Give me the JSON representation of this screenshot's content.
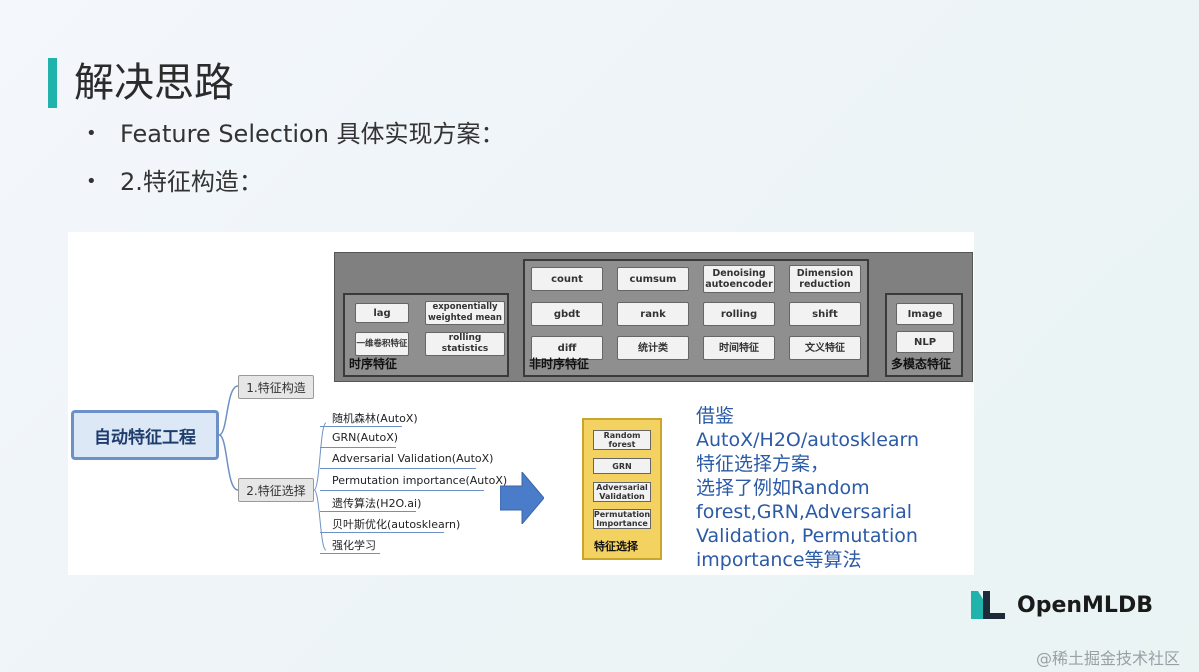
{
  "slide": {
    "title": "解决思路",
    "bullets": [
      "Feature Selection 具体实现方案：",
      "2.特征构造："
    ],
    "accent_color": "#1fb3ac"
  },
  "figure": {
    "groups": [
      {
        "label": "时序特征",
        "items": [
          "lag",
          "exponentially weighted mean",
          "一维卷积特征",
          "rolling statistics"
        ]
      },
      {
        "label": "非时序特征",
        "items": [
          "count",
          "cumsum",
          "Denoising autoencoder",
          "Dimension reduction",
          "gbdt",
          "rank",
          "rolling",
          "shift",
          "diff",
          "统计类",
          "时间特征",
          "文义特征"
        ]
      },
      {
        "label": "多模态特征",
        "items": [
          "Image",
          "NLP"
        ]
      }
    ],
    "root": "自动特征工程",
    "branches": [
      "1.特征构造",
      "2.特征选择"
    ],
    "leaves": [
      "随机森林(AutoX)",
      "GRN(AutoX)",
      "Adversarial Validation(AutoX)",
      "Permutation importance(AutoX)",
      "遗传算法(H2O.ai)",
      "贝叶斯优化(autosklearn)",
      "强化学习"
    ],
    "selection_panel": {
      "items": [
        "Random forest",
        "GRN",
        "Adversarial Validation",
        "Permutation Importance"
      ],
      "label": "特征选择"
    },
    "note_lines": [
      "借鉴",
      "AutoX/H2O/autosklearn",
      "特征选择方案，",
      "选择了例如Random",
      "forest,GRN,Adversarial",
      "Validation, Permutation",
      "importance等算法"
    ]
  },
  "logo": {
    "text": "OpenMLDB",
    "icon": "openmldb-logo-icon"
  },
  "watermark": "@稀土掘金技术社区"
}
